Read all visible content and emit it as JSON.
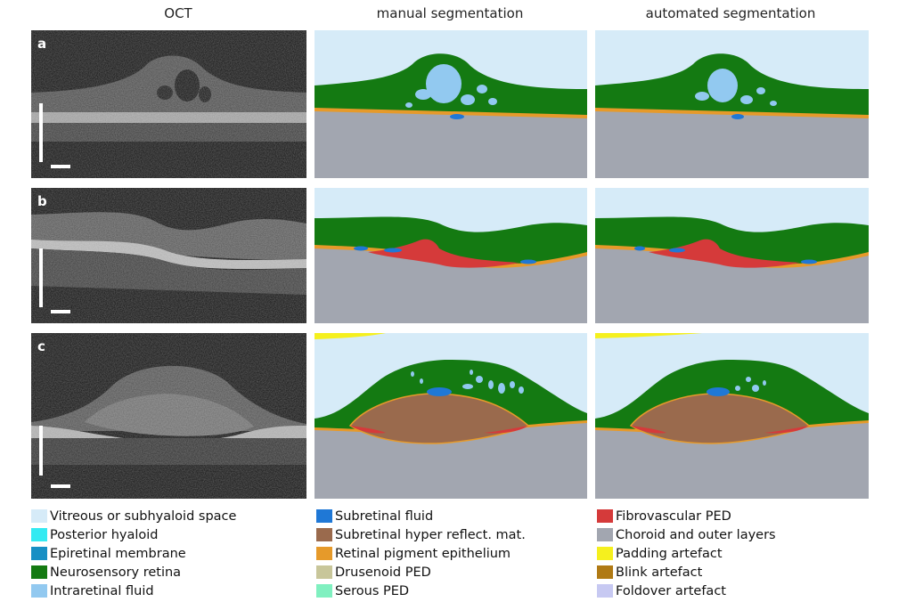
{
  "columns": {
    "oct": "OCT",
    "manual": "manual segmentation",
    "automated": "automated segmentation"
  },
  "rows": [
    {
      "label": "a"
    },
    {
      "label": "b"
    },
    {
      "label": "c"
    }
  ],
  "colors": {
    "vitreous": "#d6ebf8",
    "posterior_hyaloid": "#33eaf2",
    "epiretinal": "#178fc4",
    "retina": "#147a12",
    "intraretinal": "#92c9f0",
    "subretinal_fluid": "#1f78d6",
    "shrm": "#9a6a4d",
    "rpe": "#e69a2a",
    "drusenoid": "#c8c69a",
    "serous": "#80f0c0",
    "fibrovascular": "#d53a3a",
    "choroid": "#a2a6b0",
    "padding": "#f5f01e",
    "blink": "#b07a14",
    "foldover": "#c7c9f2"
  },
  "legend": {
    "col1": [
      {
        "label": "Vitreous or subhyaloid space",
        "color": "#d6ebf8"
      },
      {
        "label": "Posterior hyaloid",
        "color": "#33eaf2"
      },
      {
        "label": "Epiretinal membrane",
        "color": "#178fc4"
      },
      {
        "label": "Neurosensory retina",
        "color": "#147a12"
      },
      {
        "label": "Intraretinal fluid",
        "color": "#92c9f0"
      }
    ],
    "col2": [
      {
        "label": "Subretinal fluid",
        "color": "#1f78d6"
      },
      {
        "label": "Subretinal hyper reflect. mat.",
        "color": "#9a6a4d"
      },
      {
        "label": "Retinal pigment epithelium",
        "color": "#e69a2a"
      },
      {
        "label": "Drusenoid PED",
        "color": "#c8c69a"
      },
      {
        "label": "Serous PED",
        "color": "#80f0c0"
      }
    ],
    "col3": [
      {
        "label": "Fibrovascular PED",
        "color": "#d53a3a"
      },
      {
        "label": "Choroid and outer layers",
        "color": "#a2a6b0"
      },
      {
        "label": "Padding artefact",
        "color": "#f5f01e"
      },
      {
        "label": "Blink artefact",
        "color": "#b07a14"
      },
      {
        "label": "Foldover artefact",
        "color": "#c7c9f2"
      }
    ]
  }
}
